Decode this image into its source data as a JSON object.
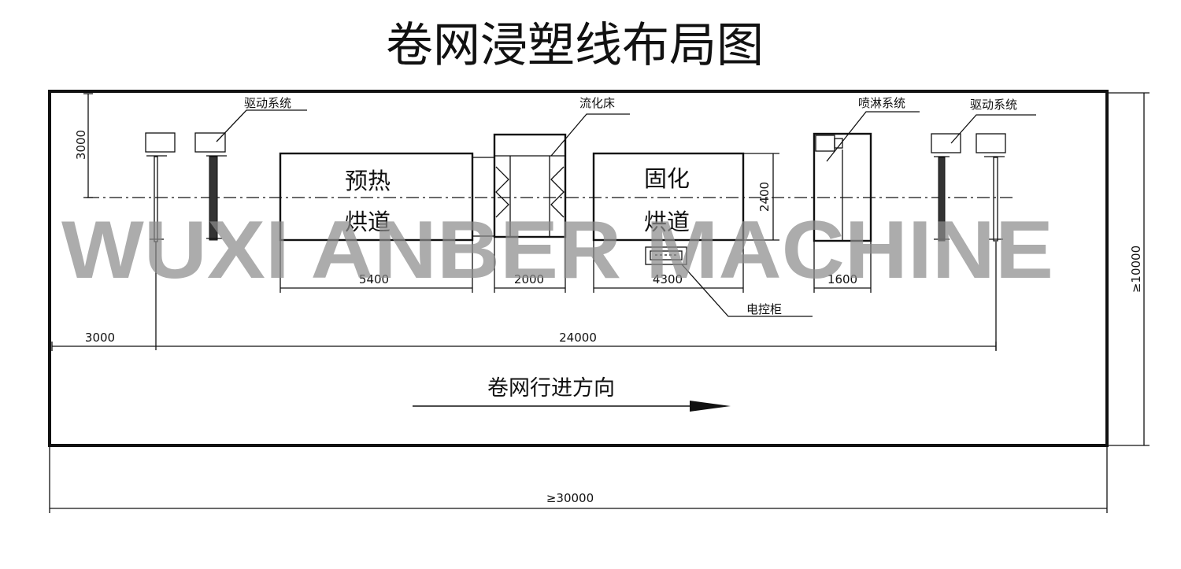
{
  "title": "卷网浸塑线布局图",
  "labels": {
    "drive_left": "驱动系统",
    "fluidized_bed": "流化床",
    "spray": "喷淋系统",
    "drive_right": "驱动系统",
    "preheat_1": "预热",
    "preheat_2": "烘道",
    "curing_1": "固化",
    "curing_2": "烘道",
    "control_cabinet": "电控柜",
    "direction": "卷网行进方向"
  },
  "dimensions": {
    "d3000_vertical": "3000",
    "d2400": "2400",
    "d10000": "≥10000",
    "d5400": "5400",
    "d2000": "2000",
    "d4300": "4300",
    "d1600": "1600",
    "d3000_horizontal": "3000",
    "d24000": "24000",
    "d30000": "≥30000"
  },
  "watermark": "WUXI ANBER MACHINE"
}
